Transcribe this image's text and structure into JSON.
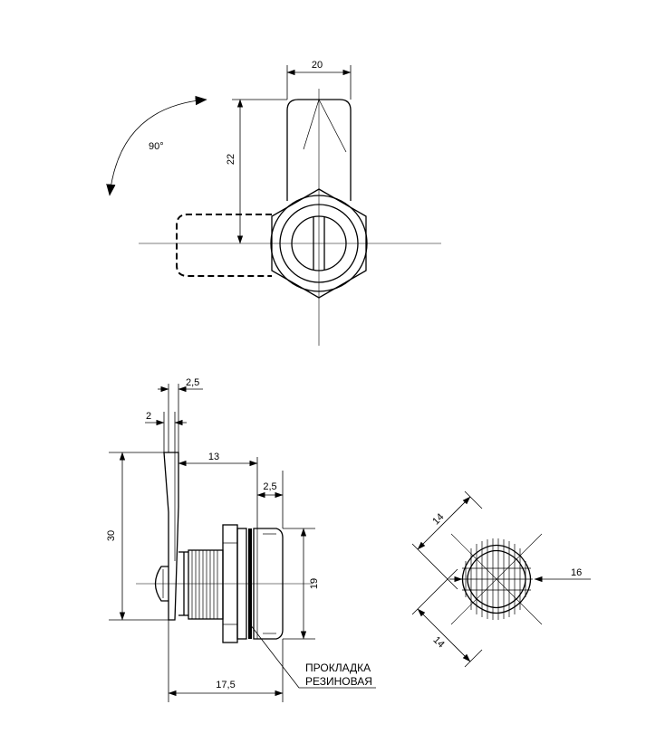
{
  "dimensions": {
    "top_width": "20",
    "top_height": "22",
    "rotation": "90°",
    "cam_thickness": "2,5",
    "cam_offset": "2",
    "body_length": "13",
    "gasket_thickness": "2,5",
    "cam_height": "30",
    "head_diameter": "19",
    "total_length": "17,5",
    "flat_width_a": "14",
    "flat_width_b": "14",
    "cutout_diameter": "16"
  },
  "labels": {
    "gasket_line1": "ПРОКЛАДКА",
    "gasket_line2": "РЕЗИНОВАЯ"
  }
}
